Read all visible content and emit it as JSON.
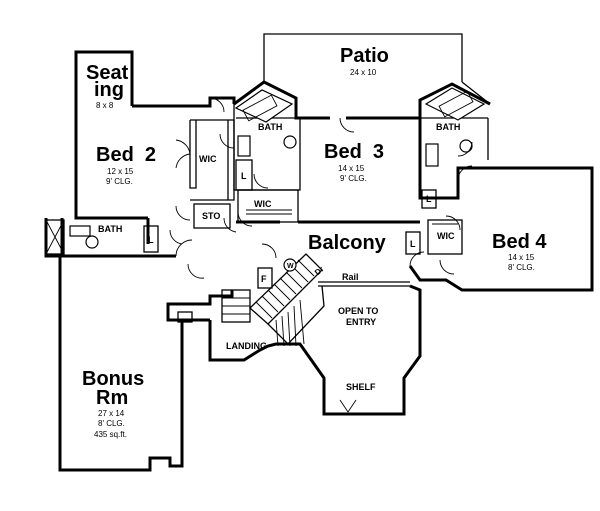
{
  "rooms": {
    "patio": {
      "name": "Patio",
      "size": "24 x 10"
    },
    "seating": {
      "name_line1": "Seat",
      "name_line2": "ing",
      "size": "8 x 8"
    },
    "bed2": {
      "name": "Bed  2",
      "size": "12 x 15",
      "ceiling": "9' CLG."
    },
    "bed3": {
      "name": "Bed  3",
      "size": "14 x 15",
      "ceiling": "9' CLG."
    },
    "bed4": {
      "name": "Bed 4",
      "size": "14 x 15",
      "ceiling": "8' CLG."
    },
    "bonus": {
      "name_line1": "Bonus",
      "name_line2": "Rm",
      "size": "27 x 14",
      "ceiling": "8' CLG.",
      "area": "435 sq.ft."
    },
    "balcony": {
      "name": "Balcony"
    },
    "open_to_entry": {
      "line1": "OPEN TO",
      "line2": "ENTRY"
    },
    "landing": {
      "name": "LANDING"
    },
    "shelf": {
      "name": "SHELF"
    }
  },
  "labels": {
    "bath": "BATH",
    "wic": "WIC",
    "sto": "STO",
    "laundry": "L",
    "fridge": "F",
    "washer": "W",
    "dryer": "Dr",
    "rail": "Rail"
  }
}
